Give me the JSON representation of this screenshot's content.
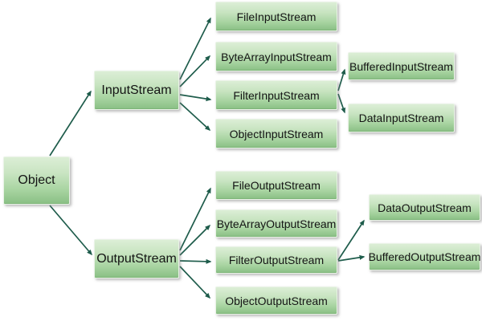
{
  "diagram": {
    "colors": {
      "box_gradient_top": "#dceed6",
      "box_gradient_bottom": "#89bf84",
      "arrow": "#1e5c4b",
      "text": "#141414",
      "background": "#ffffff"
    },
    "nodes": {
      "object": {
        "label": "Object"
      },
      "input_stream": {
        "label": "InputStream"
      },
      "output_stream": {
        "label": "OutputStream"
      },
      "file_input_stream": {
        "label": "FileInputStream"
      },
      "byte_array_input_stream": {
        "label": "ByteArrayInputStream"
      },
      "filter_input_stream": {
        "label": "FilterInputStream"
      },
      "object_input_stream": {
        "label": "ObjectInputStream"
      },
      "buffered_input_stream": {
        "label": "BufferedInputStream"
      },
      "data_input_stream": {
        "label": "DataInputStream"
      },
      "file_output_stream": {
        "label": "FileOutputStream"
      },
      "byte_array_output_stream": {
        "label": "ByteArrayOutputStream"
      },
      "filter_output_stream": {
        "label": "FilterOutputStream"
      },
      "object_output_stream": {
        "label": "ObjectOutputStream"
      },
      "data_output_stream": {
        "label": "DataOutputStream"
      },
      "buffered_output_stream": {
        "label": "BufferedOutputStream"
      }
    },
    "edges": [
      {
        "from": "Object",
        "to": "InputStream"
      },
      {
        "from": "Object",
        "to": "OutputStream"
      },
      {
        "from": "InputStream",
        "to": "FileInputStream"
      },
      {
        "from": "InputStream",
        "to": "ByteArrayInputStream"
      },
      {
        "from": "InputStream",
        "to": "FilterInputStream"
      },
      {
        "from": "InputStream",
        "to": "ObjectInputStream"
      },
      {
        "from": "FilterInputStream",
        "to": "BufferedInputStream"
      },
      {
        "from": "FilterInputStream",
        "to": "DataInputStream"
      },
      {
        "from": "OutputStream",
        "to": "FileOutputStream"
      },
      {
        "from": "OutputStream",
        "to": "ByteArrayOutputStream"
      },
      {
        "from": "OutputStream",
        "to": "FilterOutputStream"
      },
      {
        "from": "OutputStream",
        "to": "ObjectOutputStream"
      },
      {
        "from": "FilterOutputStream",
        "to": "DataOutputStream"
      },
      {
        "from": "FilterOutputStream",
        "to": "BufferedOutputStream"
      }
    ]
  }
}
